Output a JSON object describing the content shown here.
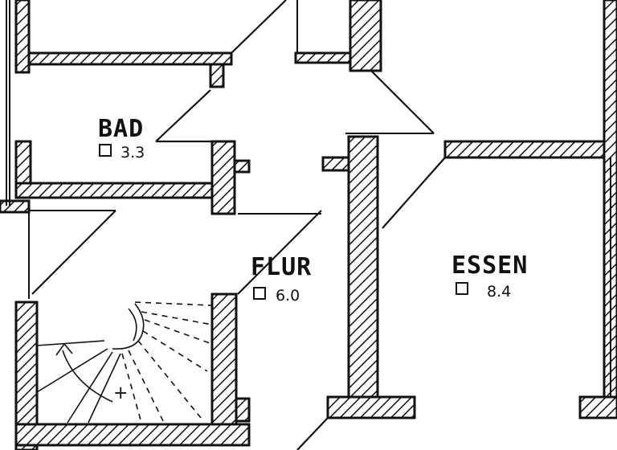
{
  "rooms": [
    {
      "id": "bad",
      "name": "BAD",
      "area": "3.3"
    },
    {
      "id": "flur",
      "name": "FLUR",
      "area": "6.0"
    },
    {
      "id": "essen",
      "name": "ESSEN",
      "area": "8.4"
    }
  ],
  "stair_marker": "+"
}
